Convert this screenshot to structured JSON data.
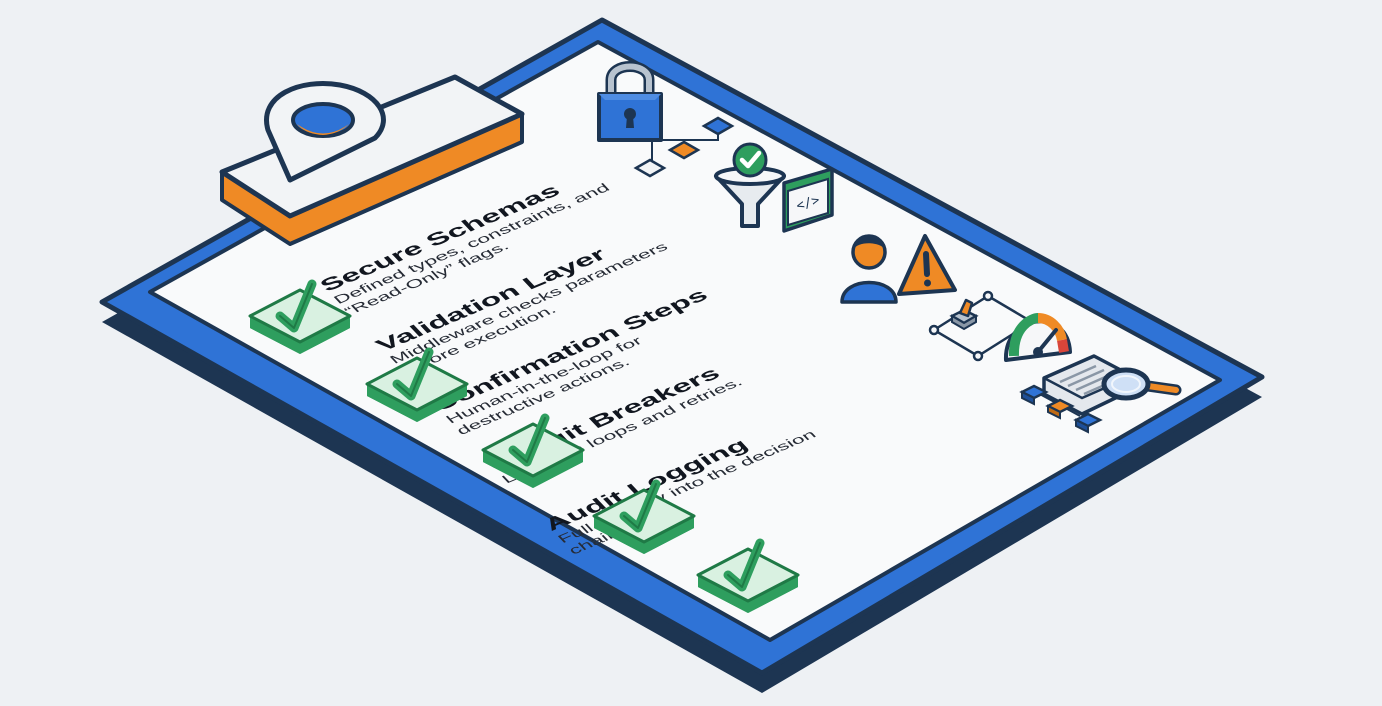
{
  "checklist": {
    "items": [
      {
        "title": "Secure Schemas",
        "description": "Defined types, constraints, and “Read-Only” flags.",
        "checked": true
      },
      {
        "title": "Validation Layer",
        "description": "Middleware checks parameters before execution.",
        "checked": true
      },
      {
        "title": "Confirmation Steps",
        "description": "Human-in-the-loop for destructive actions.",
        "checked": true
      },
      {
        "title": "Circuit Breakers",
        "description": "Limits on loops and retries.",
        "checked": true
      },
      {
        "title": "Audit Logging",
        "description": "Full visibility into the decision chain.",
        "checked": true
      }
    ]
  },
  "icons": [
    "padlock-icon",
    "schema-tree-icon",
    "funnel-check-icon",
    "code-window-icon",
    "person-icon",
    "warning-icon",
    "circuit-switch-icon",
    "gauge-icon",
    "document-icon",
    "magnifier-icon",
    "log-blocks-icon"
  ],
  "colors": {
    "background": "#eef1f4",
    "board_blue": "#2f73d6",
    "board_edge": "#1d3552",
    "paper": "#f9fafb",
    "accent_orange": "#ef8a25",
    "check_green": "#2e9e5e",
    "check_fill": "#d9f1e1",
    "text_dark": "#161b26"
  }
}
